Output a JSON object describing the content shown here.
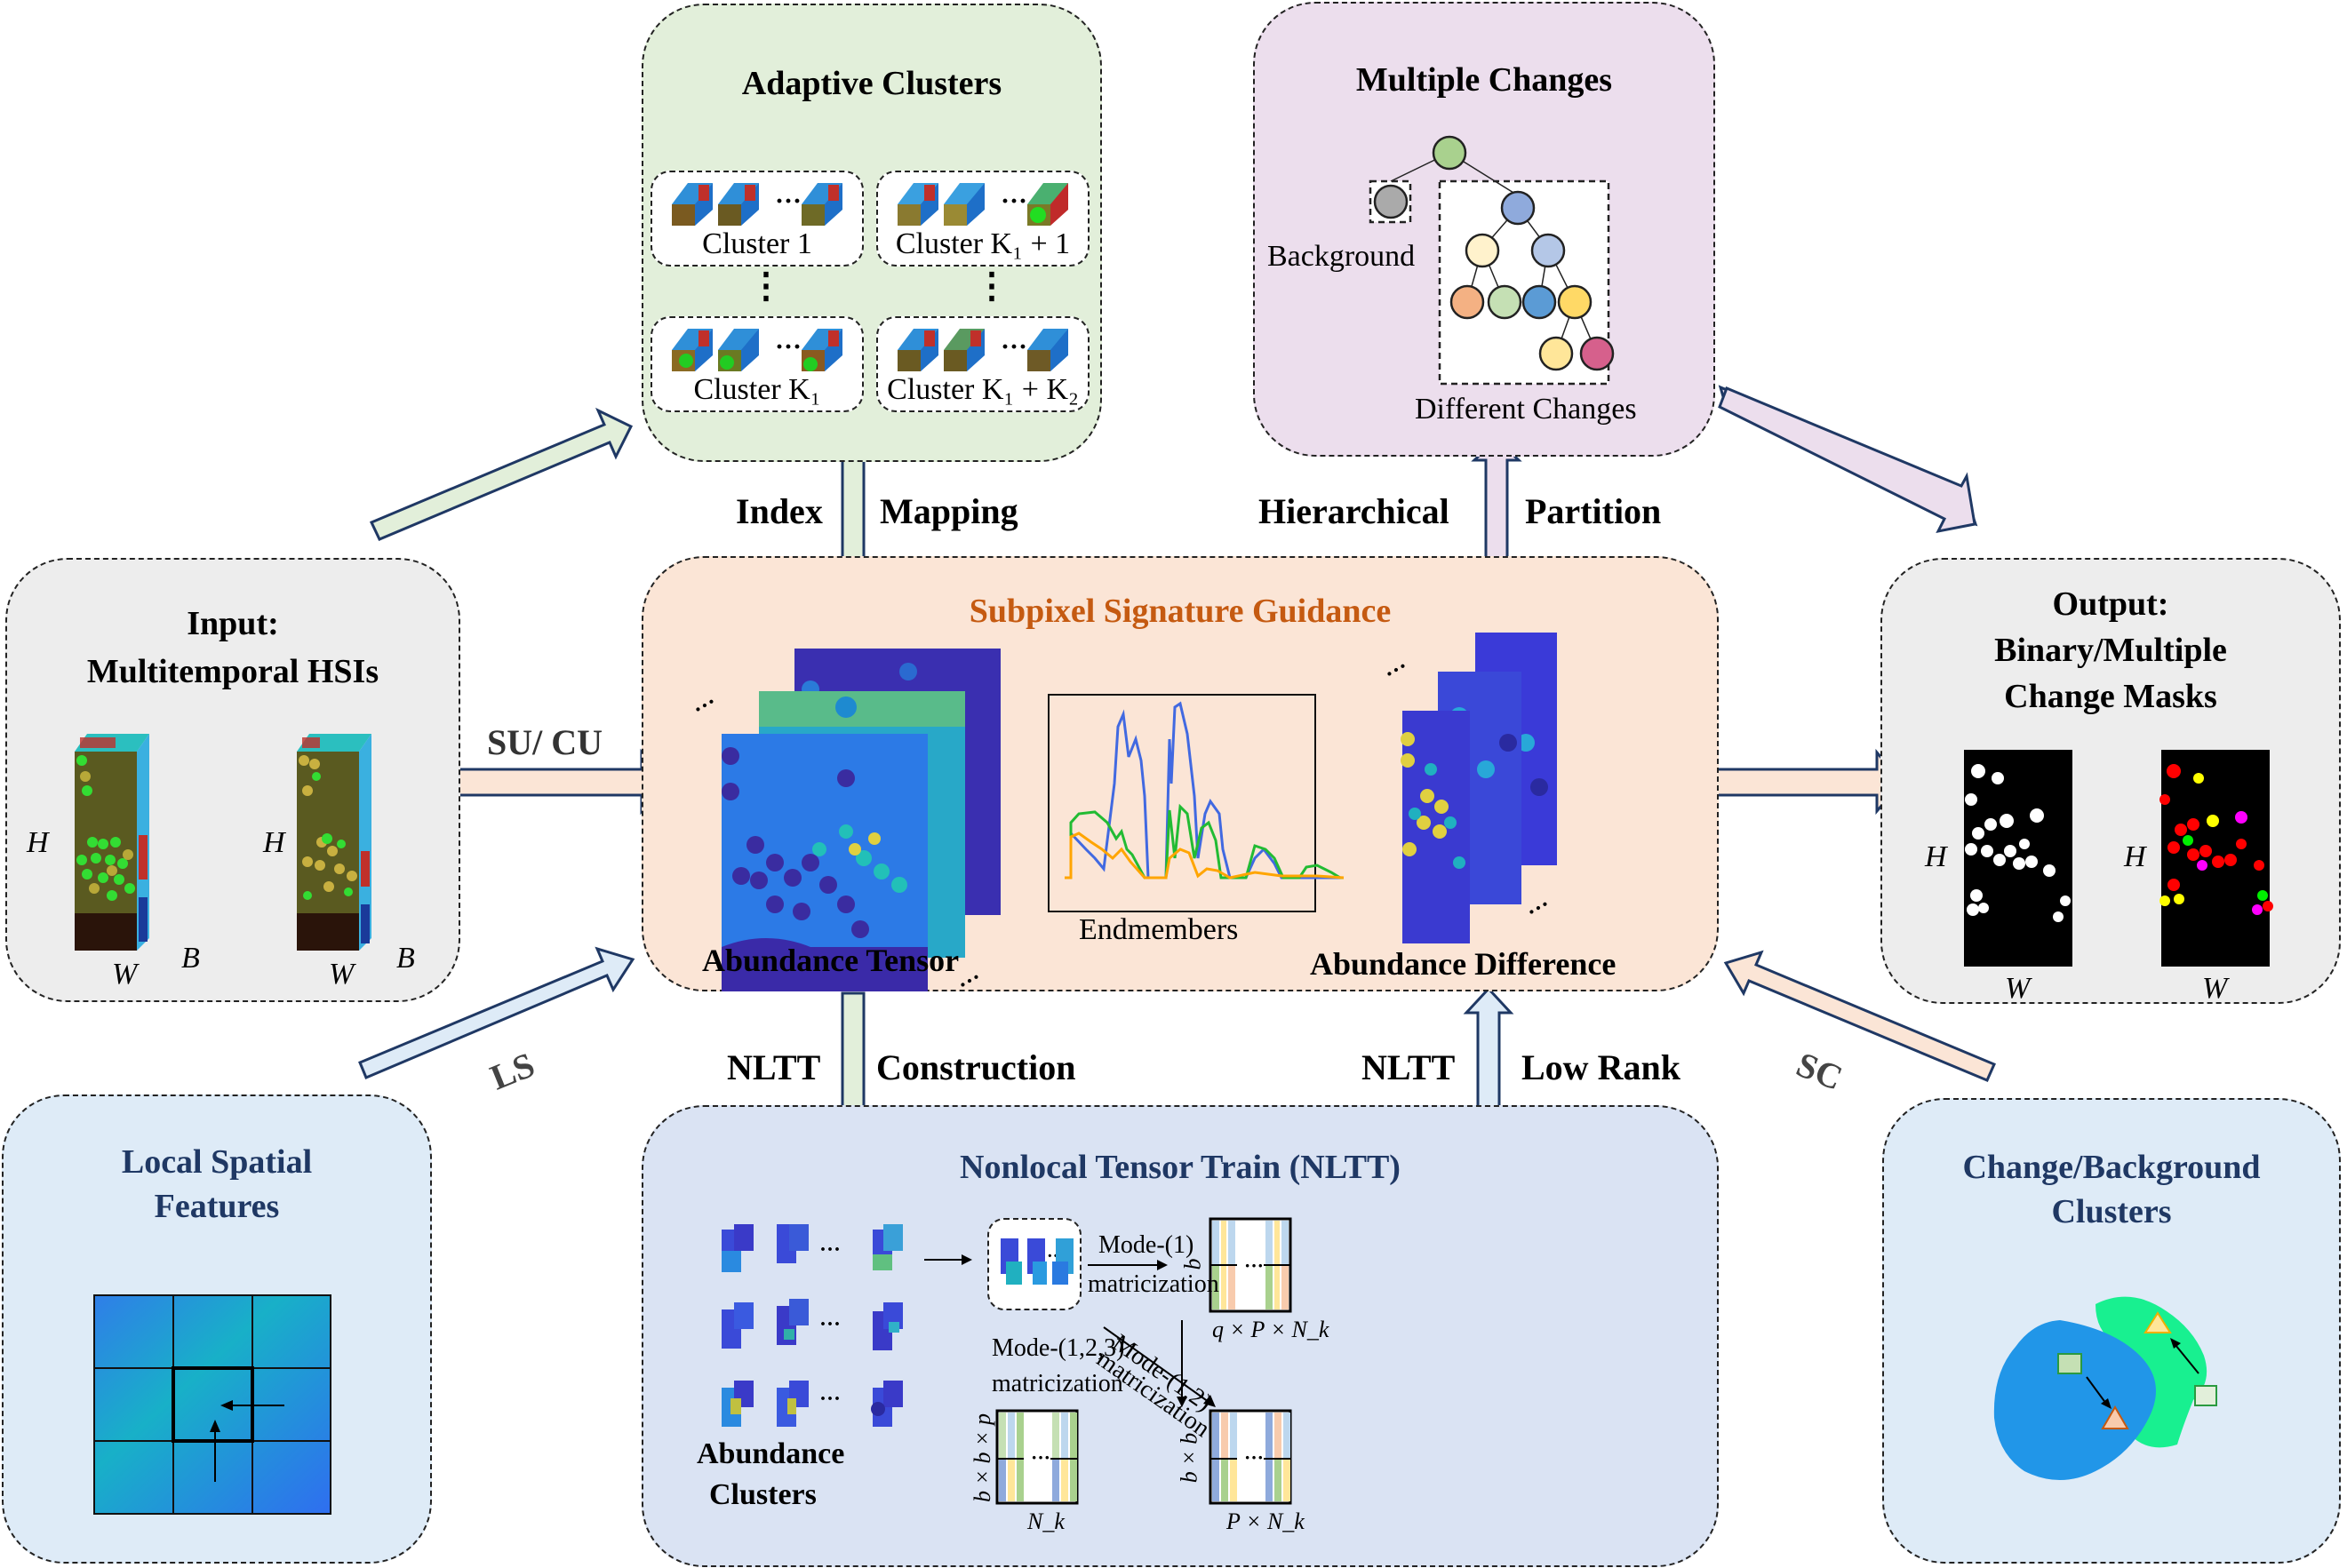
{
  "panels": {
    "adaptive_clusters": {
      "title": "Adaptive Clusters",
      "clusters": [
        {
          "label": "Cluster 1"
        },
        {
          "label": "Cluster K₁ + 1"
        },
        {
          "label": "Cluster K₁"
        },
        {
          "label": "Cluster K₁ + K₂"
        }
      ],
      "ellipsis_h": "···",
      "ellipsis_v": "⋮"
    },
    "multiple_changes": {
      "title": "Multiple Changes",
      "background_label": "Background",
      "different_changes_label": "Different Changes",
      "node_colors": {
        "root": "#a9d18e",
        "background": "#aaaaaa",
        "l1": "#8faadc",
        "l2a": "#fff2cc",
        "l2b": "#b4c7e7",
        "l3": [
          "#f4b183",
          "#c5e0b4",
          "#5b9bd5",
          "#ffd966"
        ],
        "l4": [
          "#ffe699",
          "#d6608c"
        ]
      }
    },
    "input": {
      "title_line1": "Input:",
      "title_line2": "Multitemporal HSIs",
      "dim_h": "H",
      "dim_w": "W",
      "dim_b": "B"
    },
    "subpixel": {
      "title": "Subpixel Signature Guidance",
      "title_color": "#c55a11",
      "abundance_tensor": "Abundance Tensor",
      "endmembers": "Endmembers",
      "abundance_difference": "Abundance Difference"
    },
    "output": {
      "title_line1": "Output:",
      "title_line2": "Binary/Multiple",
      "title_line3": "Change Masks",
      "dim_h": "H",
      "dim_w": "W"
    },
    "local_spatial": {
      "title_line1": "Local Spatial",
      "title_line2": "Features",
      "title_color": "#1f3864"
    },
    "nltt": {
      "title": "Nonlocal  Tensor Train (NLTT)",
      "title_color": "#1f3864",
      "abundance_clusters_line1": "Abundance",
      "abundance_clusters_line2": "Clusters",
      "mode1_line1": "Mode-(1)",
      "mode1_line2": "matricization",
      "mode123_line1": "Mode-(1,2,3)",
      "mode123_line2": "matricization",
      "mode12_line1": "Mode-(1,2)",
      "mode12_line2": "matricization",
      "dim_mode1_rows": "b",
      "dim_mode1_cols": "q × P × N_k",
      "dim_mode123_rows": "b × b × p",
      "dim_mode123_cols": "N_k",
      "dim_mode12_rows": "b × b",
      "dim_mode12_cols": "P × N_k",
      "ellipsis": "···"
    },
    "change_background": {
      "title_line1": "Change/Background",
      "title_line2": "Clusters",
      "title_color": "#1f3864"
    }
  },
  "arrows": {
    "index": "Index",
    "mapping": "Mapping",
    "hierarchical": "Hierarchical",
    "partition": "Partition",
    "su_cu": "SU/ CU",
    "ls": "LS",
    "sc": "SC",
    "nltt_left": "NLTT",
    "construction": "Construction",
    "nltt_right": "NLTT",
    "low_rank": "Low Rank"
  },
  "colors": {
    "green_panel": "#e2efda",
    "purple_panel": "#ecdeed",
    "gray_panel": "#ededed",
    "peach_panel": "#fbe5d6",
    "blue_panel": "#dae3f3",
    "light_blue_panel": "#deebf7",
    "arrow_stroke": "#1f3864"
  }
}
